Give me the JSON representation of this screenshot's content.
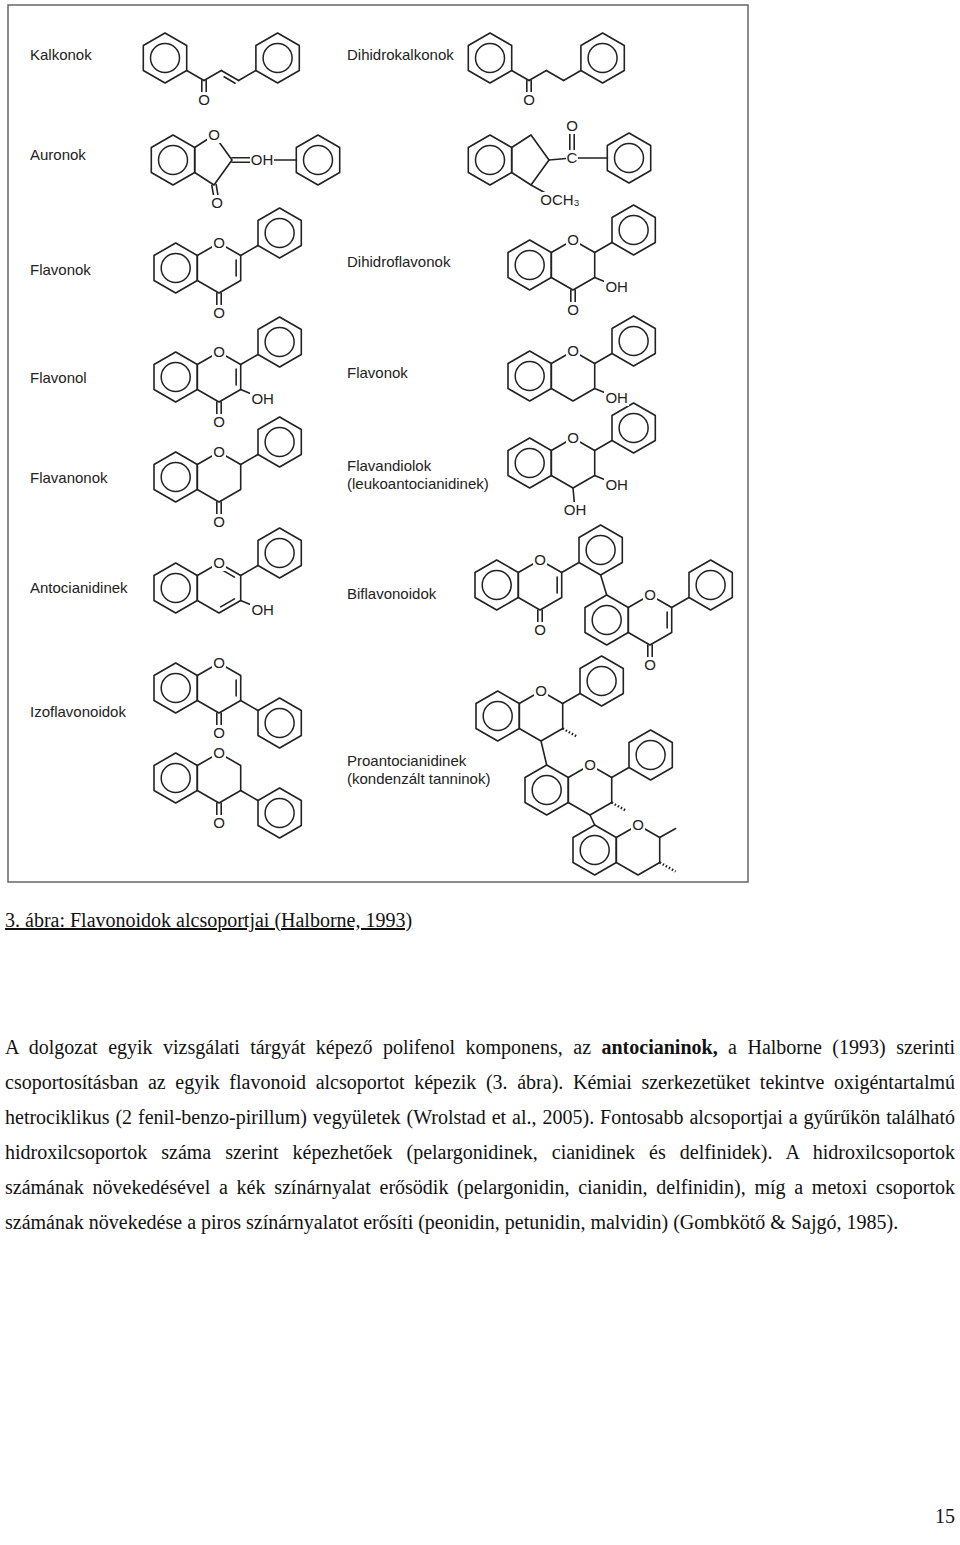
{
  "diagram": {
    "caption": "3. ábra: Flavonoidok alcsoportjai (Halborne, 1993)",
    "labels": [
      "Kalkonok",
      "Dihidrokalkonok",
      "O",
      "O",
      "Auronok",
      "O",
      "OH",
      "O",
      "O",
      "C",
      "OCH₃",
      "Flavonok",
      "O",
      "O",
      "Dihidroflavonok",
      "O",
      "OH",
      "O",
      "Flavonol",
      "O",
      "OH",
      "O",
      "Flavonok",
      "O",
      "OH",
      "Flavanonok",
      "O",
      "O",
      "Flavandiolok (leukoantocianidinek)",
      "O",
      "OH",
      "OH",
      "Antocianidinek",
      "O",
      "OH",
      "Biflavonoidok",
      "O",
      "O",
      "O",
      "O",
      "Izoflavonoidok",
      "O",
      "O",
      "O",
      "O",
      "Proantocianidinek (kondenzált tanninok)",
      "O",
      "O",
      "O",
      "A dolgozat egyik vizsgálati tárgyát képező polifenol komponens, az ",
      "antocianinok,",
      " a Halborne (1993) szerinti csoportosításban az egyik flavonoid alcsoportot képezik (3. ábra). Kémiai szerkezetüket tekintve oxigéntartalmú hetrociklikus (2 fenil-benzo-pirillum) vegyületek (Wrolstad et al., 2005). Fontosabb alcsoportjai a gyűrűkön található hidroxilcsoportok száma szerint képezhetőek (pelargonidinek, cianidinek és delfinidek). A hidroxilcsoportok számának növekedésével a kék színárnyalat erősödik (pelargonidin, cianidin, delfinidin), míg a metoxi csoportok számának növekedése a piros színárnyalatot erősíti (peonidin, petunidin, malvidin) (Gombkötő & Sajgó, 1985).",
      "15"
    ]
  }
}
